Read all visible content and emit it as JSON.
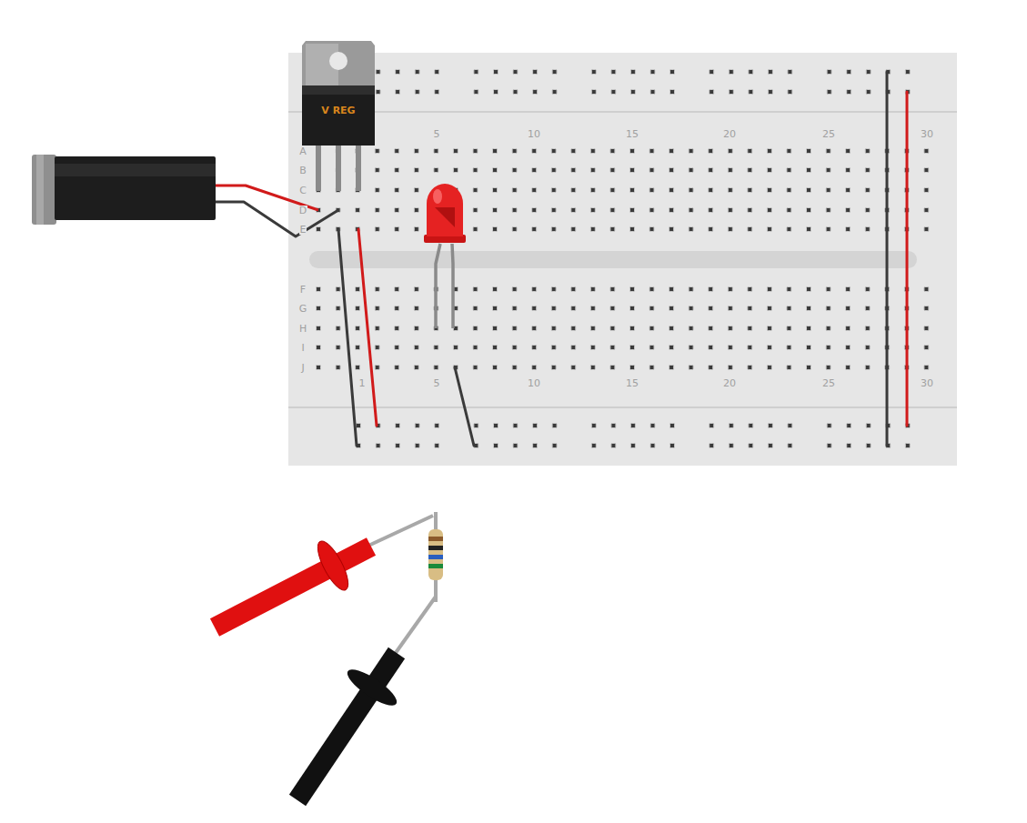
{
  "diagram": {
    "labels": [
      "V REG",
      "A",
      "B",
      "C",
      "D",
      "E",
      "F",
      "G",
      "H",
      "I",
      "J",
      "5",
      "10",
      "15",
      "20",
      "25",
      "30",
      "1",
      "5",
      "10",
      "15",
      "20",
      "25",
      "30"
    ]
  }
}
